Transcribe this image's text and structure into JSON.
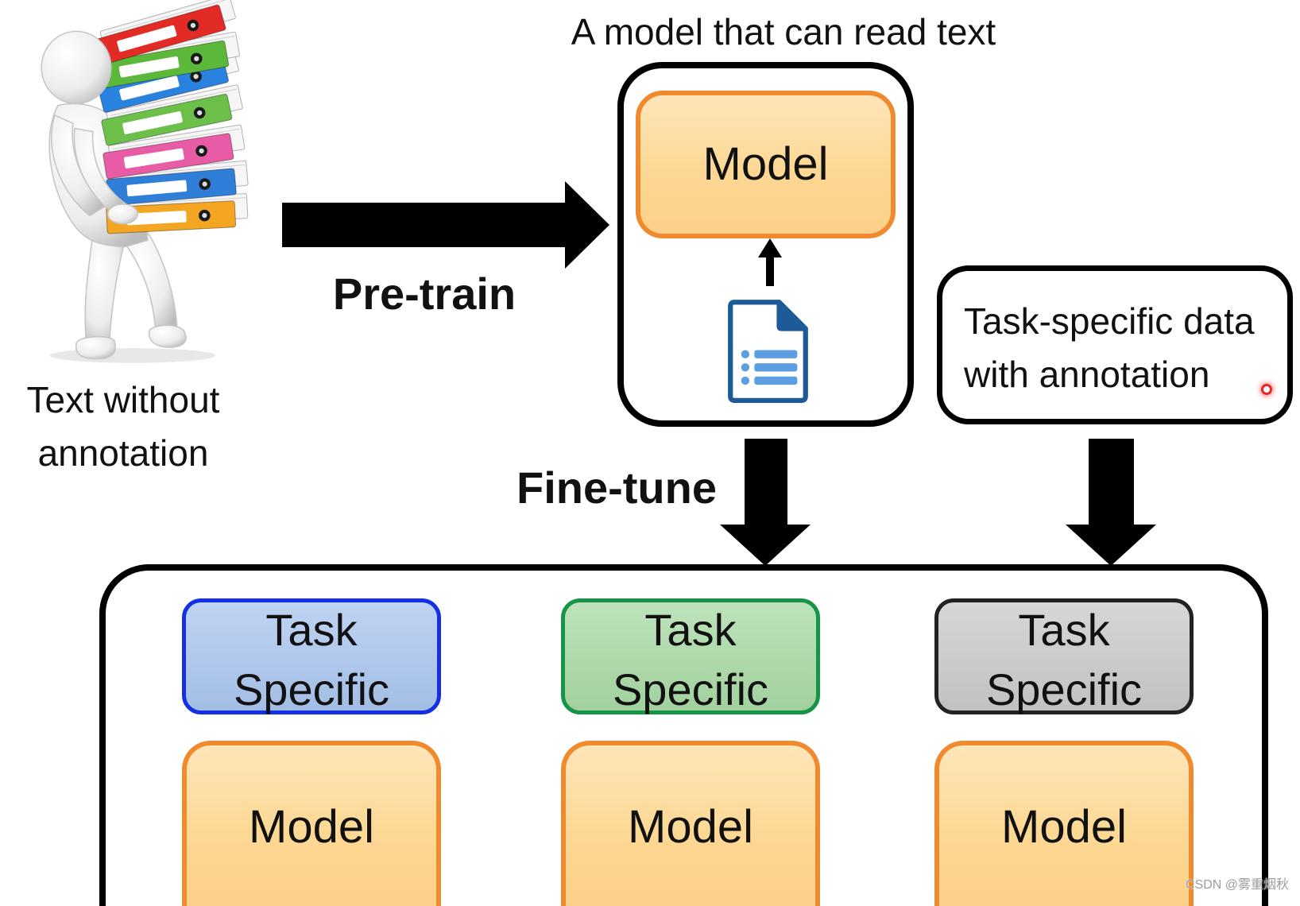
{
  "diagram": {
    "caption_top": "A model that can read text",
    "unlabeled_text": {
      "line1": "Text without",
      "line2": "annotation"
    },
    "pretrain": "Pre-train",
    "finetune": "Fine-tune",
    "pretrained_model": "Model",
    "task_data": {
      "line1": "Task-specific data",
      "line2": "with annotation"
    },
    "tasks": [
      {
        "line1": "Task",
        "line2": "Specific",
        "model": "Model",
        "head_fill": "#a9c5ee",
        "head_border": "#1430e6"
      },
      {
        "line1": "Task",
        "line2": "Specific",
        "model": "Model",
        "head_fill": "#a8d9a4",
        "head_border": "#169447"
      },
      {
        "line1": "Task",
        "line2": "Specific",
        "model": "Model",
        "head_fill": "#c9c9c9",
        "head_border": "#222222"
      }
    ]
  },
  "colors": {
    "model_fill": "#fdd894",
    "model_border": "#f08a2e",
    "arrow": "#000000",
    "document": "#1d5a98",
    "document_lines": "#5b9fe2",
    "cursor_dot": "#e5262b"
  },
  "illustration": {
    "binder_colors": [
      "#e32b25",
      "#5bb83a",
      "#2a82e0",
      "#6cc04a",
      "#e85ca6",
      "#2f7fd8",
      "#f4a623"
    ]
  },
  "icons": {
    "illustration": "person-carrying-binders-icon",
    "document": "document-icon",
    "cursor": "cursor-dot-icon"
  },
  "watermark": "CSDN @雾重烟秋"
}
